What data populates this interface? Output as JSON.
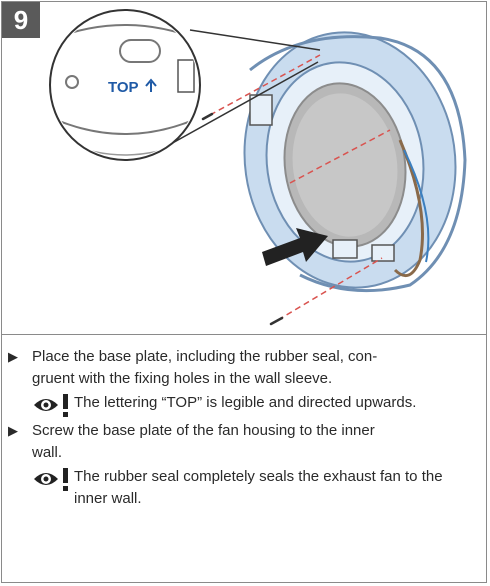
{
  "step_number": "9",
  "illustration": {
    "callout_label": "TOP",
    "arrow_icon": "arrow-up-icon",
    "push_arrow_icon": "push-arrow-icon"
  },
  "instructions": [
    {
      "text": "Place the base plate, including the rubber seal, congruent with the fixing holes in the wall sleeve.",
      "line1": "Place the base plate, including the rubber seal, con-",
      "line2": "gruent with the fixing holes in the wall sleeve.",
      "note": "The lettering “TOP” is legible and directed upwards."
    },
    {
      "text": "Screw the base plate of the fan housing to the inner wall.",
      "line1": "Screw the base plate of the fan housing to the inner",
      "line2": "wall.",
      "note": "The rubber seal completely seals the exhaust fan to the inner wall."
    }
  ],
  "icons": {
    "bullet": "triangle-right-icon",
    "note": "eye-attention-icon"
  },
  "colors": {
    "badge": "#5a5a5a",
    "plate": "#c9dcef",
    "plate_edge": "#6f8fb3",
    "guide_line": "#d9534f",
    "text": "#2a2a2a"
  }
}
